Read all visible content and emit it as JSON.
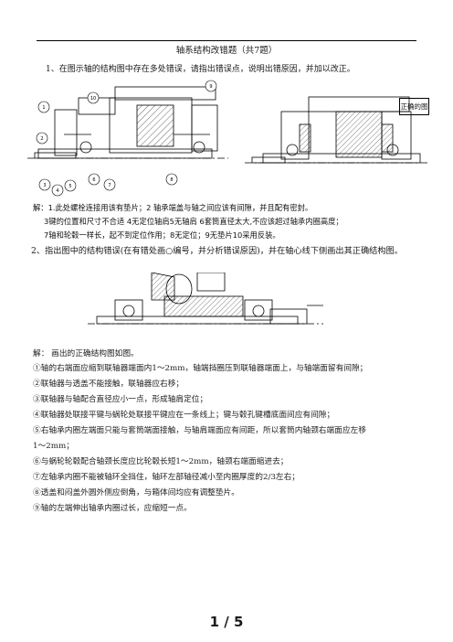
{
  "header": {
    "title": "轴系结构改错题（共7题）"
  },
  "question1": {
    "prompt": "1、在图示轴的结构图中存在多处错误，请指出错误点，说明出错原因，并加以改正。",
    "correct_label": "正确的图",
    "markers": [
      "1",
      "2",
      "3",
      "4",
      "5",
      "6",
      "7",
      "8",
      "9",
      "10"
    ],
    "answer_lines": [
      "解：1.此处螺栓连接用该有垫片；2 轴承端盖与轴之间应该有间隙，并且配有密封。",
      "3键的位置和尺寸不合适 4无定位轴肩5无轴肩  6套筒直径太大,不应该超过轴承内圈高度；",
      "7轴和轮毂一样长，起不到定位作用；8无定位；9无垫片10采用反装。"
    ]
  },
  "question2": {
    "prompt": "2、指出图中的结构错误(在有错处画○编号，并分析错误原因)，并在轴心线下侧画出其正确结构图。",
    "answer_intro": "解：    画出的正确结构图如图。",
    "answer_lines": [
      "①轴的右端面应缩到联轴器端面内1～2mm，轴端挡圈压到联轴器端面上，与轴端面留有间隙；",
      "②联轴器与透盖不能接触，联轴器应右移；",
      "③联轴器与轴配合直径应小一点，形成轴肩定位；",
      "④联轴器处联接平键与蜗轮处联接平键应在一条线上；键与毂孔键槽底面间应有间隙；",
      "⑤右轴承内圈左端面只能与套筒端面接触，与轴肩端面应有间距，所以套筒内轴颈右端面应左移",
      "1～2mm；",
      "⑥与蜗轮轮毂配合轴颈长度应比轮毂长短1～2mm，轴颈右端面缩进去；",
      "⑦左轴承内圈不能被轴环全挡住，轴环左部轴径减小至内圈厚度的2/3左右；",
      "⑧透盖和闷盖外圆外侧应倒角，与箱体间均应有调整垫片。",
      "⑨轴的左端伸出轴承内圈过长，应缩短一点。"
    ]
  },
  "footer": {
    "page": "1 / 5"
  }
}
